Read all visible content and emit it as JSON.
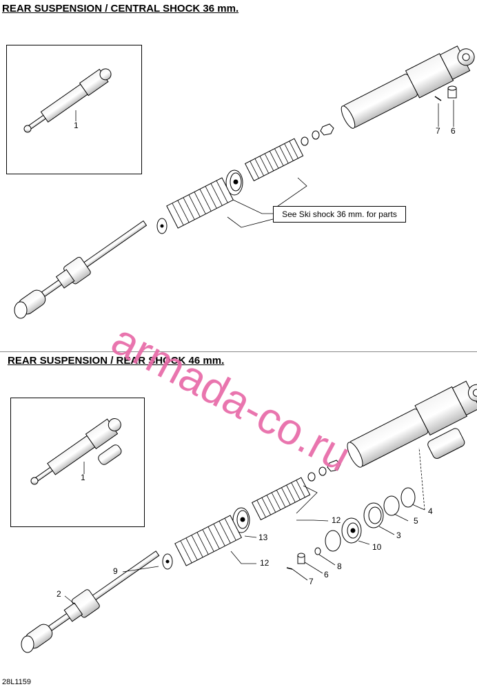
{
  "sections": [
    {
      "title": "REAR SUSPENSION / CENTRAL SHOCK 36 mm.",
      "callout": "See Ski shock 36 mm. for parts"
    },
    {
      "title": "REAR SUSPENSION / REAR SHOCK 46 mm."
    }
  ],
  "labels1": {
    "inset": "1",
    "p7": "7",
    "p6": "6"
  },
  "labels2": {
    "inset": "1",
    "p2": "2",
    "p9": "9",
    "p12a": "12",
    "p12b": "12",
    "p13": "13",
    "p10": "10",
    "p3": "3",
    "p5": "5",
    "p4": "4",
    "p8": "8",
    "p6": "6",
    "p7": "7"
  },
  "watermark": "armada-co.ru",
  "figure_code": "28L1159",
  "colors": {
    "watermark": "#e86aa8"
  }
}
